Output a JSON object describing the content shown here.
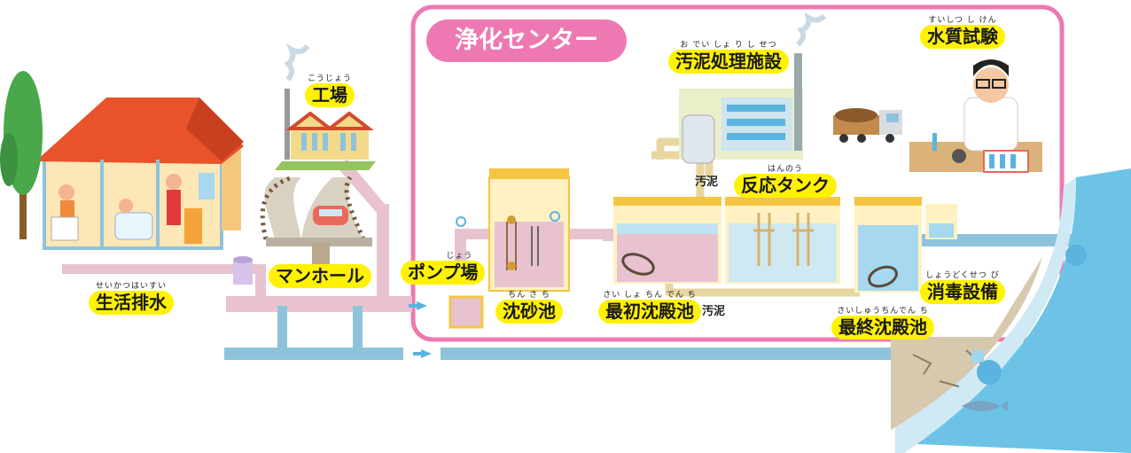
{
  "title": "浄化センター",
  "labels": {
    "factory": {
      "ruby": "こうじょう",
      "text": "工場"
    },
    "sludge_plant": {
      "ruby": "お でい しょ り し せつ",
      "text": "汚泥処理施設"
    },
    "water_test": {
      "ruby": "すいしつ し けん",
      "text": "水質試験"
    },
    "household": {
      "ruby": "せいかつはいすい",
      "text": "生活排水"
    },
    "manhole": {
      "ruby": "",
      "text": "マンホール"
    },
    "pump": {
      "ruby": "じょう",
      "text": "ポンプ場"
    },
    "grit": {
      "ruby": "ちん さ ち",
      "text": "沈砂池"
    },
    "primary": {
      "ruby": "さい しょ ちん でん  ち",
      "text": "最初沈殿池"
    },
    "reactor": {
      "ruby": "はんのう",
      "text": "反応タンク"
    },
    "final": {
      "ruby": "さいしゅうちんでん ち",
      "text": "最終沈殿池"
    },
    "disinfect": {
      "ruby": "しょうどくせつ び",
      "text": "消毒設備"
    }
  },
  "sludge_labels": [
    "汚泥",
    "汚泥"
  ],
  "colors": {
    "frame": "#ee79b2",
    "label_bg": "#fff200",
    "sewage_pipe": "#e8c3cf",
    "clean_pipe": "#8fc3dc",
    "sludge_pipe": "#e8d6a0",
    "river": "#6cc3e6",
    "arrow": "#5ab4df"
  }
}
